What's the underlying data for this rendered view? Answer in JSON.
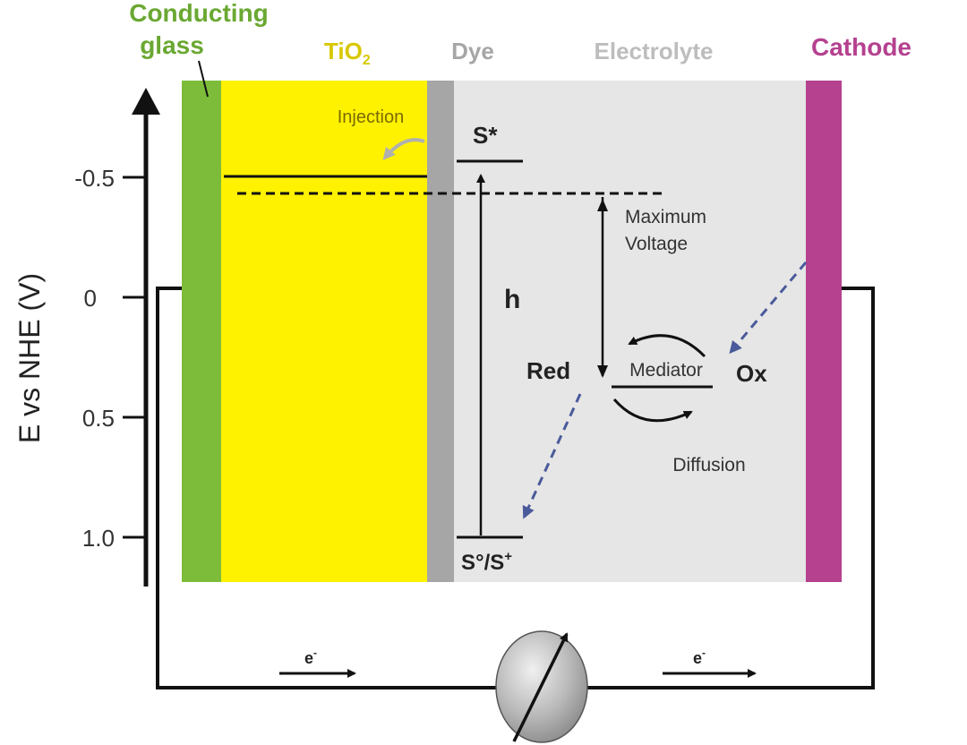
{
  "header": {
    "conducting_glass_line1": "Conducting",
    "conducting_glass_line2": "glass",
    "tio2_main": "TiO",
    "tio2_sub": "2",
    "dye": "Dye",
    "electrolyte": "Electrolyte",
    "cathode": "Cathode"
  },
  "axis": {
    "label": "E vs NHE (V)",
    "ticks": [
      "-0.5",
      "0",
      "0.5",
      "1.0"
    ]
  },
  "labels": {
    "injection": "Injection",
    "s_star": "S*",
    "h": "h",
    "max_voltage_line1": "Maximum",
    "max_voltage_line2": "Voltage",
    "red": "Red",
    "mediator": "Mediator",
    "ox": "Ox",
    "diffusion": "Diffusion",
    "s_ground": "S°/S",
    "s_ground_sup": "+",
    "electron_left": "e",
    "electron_left_sup": "-",
    "electron_right": "e",
    "electron_right_sup": "-"
  },
  "colors": {
    "conducting_glass": "#7cbc3a",
    "tio2": "#fff200",
    "dye": "#a6a6a6",
    "electrolyte": "#e6e6e6",
    "cathode": "#b5418f",
    "electrolyte_text": "#bdbdbd",
    "tio2_text": "#d8c800",
    "glass_text": "#6aa832",
    "injection_text": "#7a6a00",
    "dashed_arrow": "#4a5a9a"
  }
}
